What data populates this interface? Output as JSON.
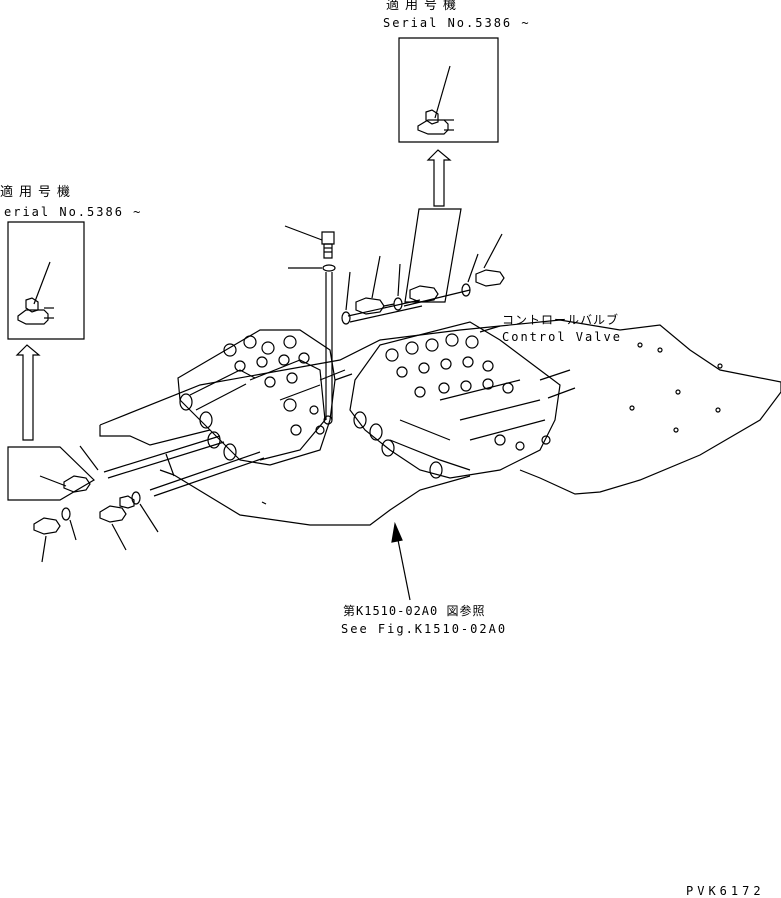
{
  "callouts": {
    "top_applicable_jp": "適用号機",
    "top_serial": "Serial No.5386 ~",
    "left_applicable_jp": "適用号機",
    "left_serial": "erial No.5386 ~",
    "control_valve_jp": "コントロールバルブ",
    "control_valve_en": "Control Valve",
    "ref_jp": "第K1510-02A0 図参照",
    "ref_en": "See Fig.K1510-02A0"
  },
  "drawing_code": "PVK6172"
}
